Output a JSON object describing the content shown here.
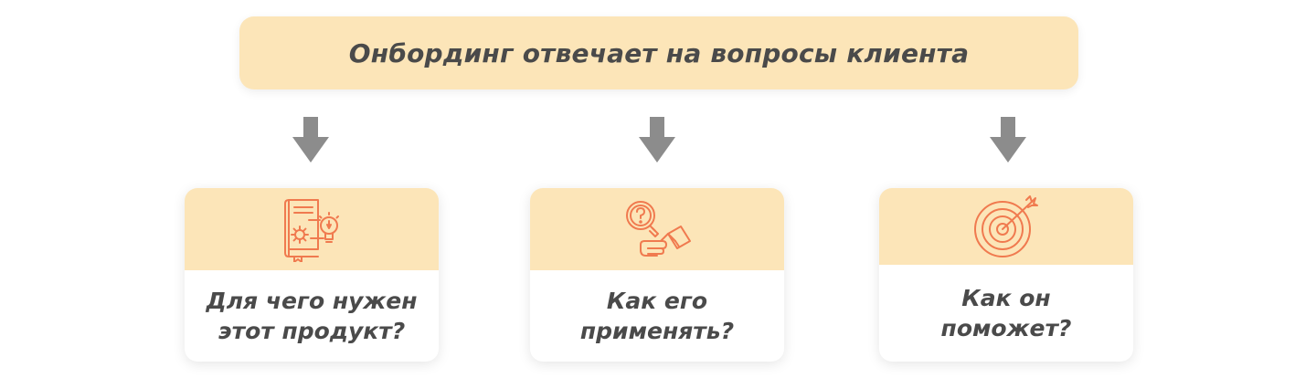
{
  "header": {
    "title": "Онбординг отвечает на вопросы клиента"
  },
  "colors": {
    "accent_bg": "#fce5b8",
    "icon_stroke": "#f07a4f",
    "arrow": "#8c8c8c",
    "text": "#4a4a4a"
  },
  "cards": [
    {
      "icon": "product-book-lightbulb-icon",
      "line1": "Для чего нужен",
      "line2": "этот продукт?"
    },
    {
      "icon": "hand-magnifier-question-icon",
      "line1": "Как его",
      "line2": "применять?"
    },
    {
      "icon": "target-arrow-icon",
      "line1": "Как он",
      "line2": "поможет?"
    }
  ]
}
